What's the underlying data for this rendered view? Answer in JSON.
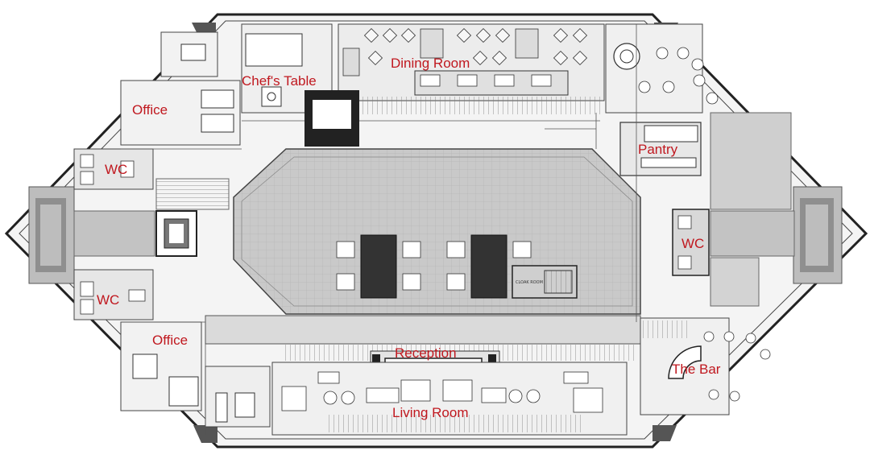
{
  "floor_plan": {
    "labels": {
      "dining_room": "Dining Room",
      "chefs_table": "Chef's Table",
      "office_top": "Office",
      "office_bottom": "Office",
      "wc_left_top": "WC",
      "wc_left_bottom": "WC",
      "wc_right": "WC",
      "pantry": "Pantry",
      "the_bar": "The Bar",
      "reception": "Reception",
      "living_room": "Living Room",
      "cloak_room": "CLOAK ROOM"
    },
    "colors": {
      "label": "#c0181f",
      "wall": "#222222",
      "floor_grey": "#b9b9b9",
      "core_grey": "#cfcfcf",
      "line": "#555555"
    }
  }
}
